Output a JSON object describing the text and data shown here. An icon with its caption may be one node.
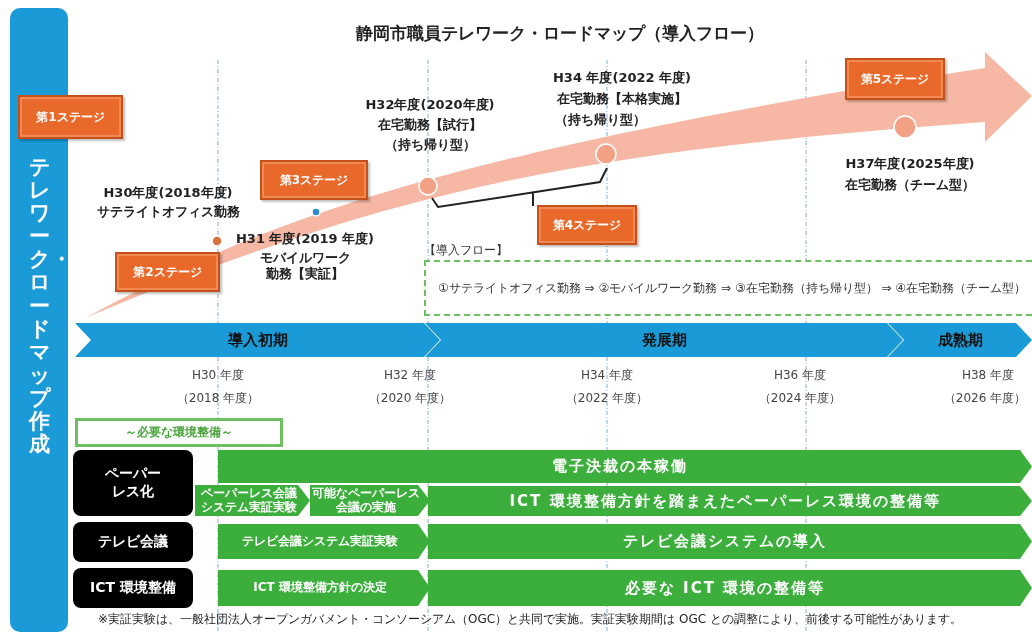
{
  "diagram": {
    "title": "静岡市職員テレワーク・ロードマップ（導入フロー）",
    "nodes": [
      {
        "text": [
          "テレワーク・ロードマップ作成"
        ]
      },
      {
        "text": [
          "第1ステージ"
        ]
      },
      {
        "text": [
          "第2ステージ"
        ]
      },
      {
        "text": [
          "第3ステージ"
        ]
      },
      {
        "text": [
          "第4ステージ"
        ]
      },
      {
        "text": [
          "第5ステージ"
        ]
      },
      {
        "text": [
          "【導入フロー】",
          "①サテライトオフィス勤務 ⇒ ②モバイルワーク勤務 ⇒ ③在宅勤務（持ち帰り型） ⇒ ④在宅勤務（チーム型）"
        ]
      },
      {
        "text": [
          "導入初期"
        ]
      },
      {
        "text": [
          "発展期"
        ]
      },
      {
        "text": [
          "成熟期"
        ]
      },
      {
        "text": [
          "～必要な環境整備～"
        ]
      },
      {
        "text": [
          "ペーパーレス化"
        ]
      },
      {
        "text": [
          "電子決裁の本稼働"
        ]
      },
      {
        "text": [
          "ペーパーレス会議システム実証実験"
        ]
      },
      {
        "text": [
          "可能なペーパーレス会議の実施"
        ]
      },
      {
        "text": [
          "ICT 環境整備方針を踏まえたペーパーレス環境の整備等"
        ]
      },
      {
        "text": [
          "テレビ会議"
        ]
      },
      {
        "text": [
          "テレビ会議システム実証実験"
        ]
      },
      {
        "text": [
          "テレビ会議システムの導入"
        ]
      },
      {
        "text": [
          "ICT 環境整備"
        ]
      },
      {
        "text": [
          "ICT 環境整備方針の決定"
        ]
      },
      {
        "text": [
          "必要な ICT 環境の整備等"
        ]
      }
    ],
    "labels": [
      "H30年度(2018年度)",
      "サテライトオフィス勤務",
      "H31 年度(2019 年度)",
      "モバイルワーク勤務【実証】",
      "H32年度(2020年度)",
      "在宅勤務【試行】",
      "（持ち帰り型）",
      "H34 年度(2022 年度)",
      "在宅勤務【本格実施】",
      "（持ち帰り型）",
      "H37年度(2025年度)",
      "在宅勤務（チーム型）",
      "H30 年度",
      "（2018 年度）",
      "H32 年度",
      "（2020 年度）",
      "H34 年度",
      "（2022 年度）",
      "H36 年度",
      "（2024 年度）",
      "H38 年度",
      "（2026 年度）",
      "※実証実験は、一般社団法人オープンガバメント・コンソーシアム（OGC）と共同で実施。実証実験期間は OGC との調整により、前後する可能性があります。"
    ]
  }
}
